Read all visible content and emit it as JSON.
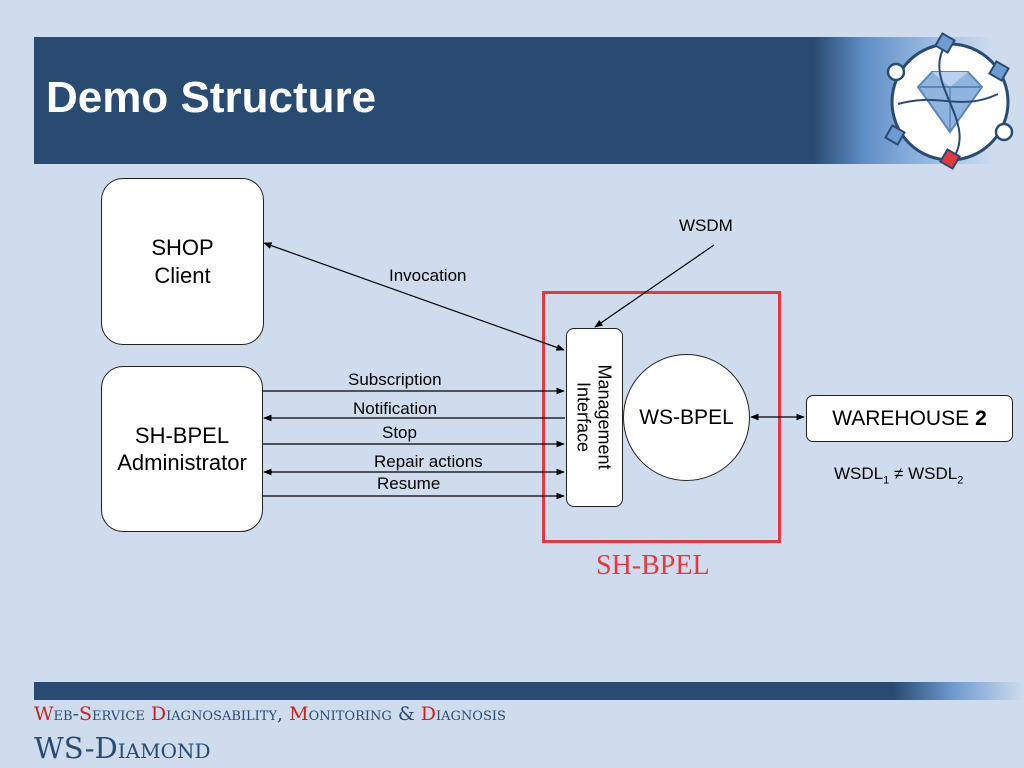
{
  "slide": {
    "title": "Demo Structure"
  },
  "diagram": {
    "shop_client": "SHOP\nClient",
    "admin": "SH-BPEL\nAdministrator",
    "management_interface": "Management\nInterface",
    "ws_bpel": "WS-BPEL",
    "warehouse": {
      "name": "WAREHOUSE",
      "number": "2"
    },
    "container_label": "SH-BPEL",
    "wsdm": "WSDM",
    "invocation": "Invocation",
    "messages": {
      "subscription": "Subscription",
      "notification": "Notification",
      "stop": "Stop",
      "repair_actions": "Repair actions",
      "resume": "Resume"
    },
    "wsdl_note": {
      "lhs": "WSDL",
      "lhs_sub": "1",
      "op": "≠",
      "rhs": "WSDL",
      "rhs_sub": "2"
    }
  },
  "footer": {
    "tagline": {
      "w": "W",
      "eb": "eb-",
      "s": "S",
      "ervice": "ervice ",
      "d1": "D",
      "iagnosability": "iagnosability, ",
      "m": "M",
      "onitoring": "onitoring & ",
      "d2": "D",
      "iagnosis": "iagnosis"
    },
    "brand": "WS-Diamond"
  },
  "colors": {
    "title_bar": "#294b72",
    "background": "#cfdcee",
    "accent_red": "#e8383f"
  }
}
